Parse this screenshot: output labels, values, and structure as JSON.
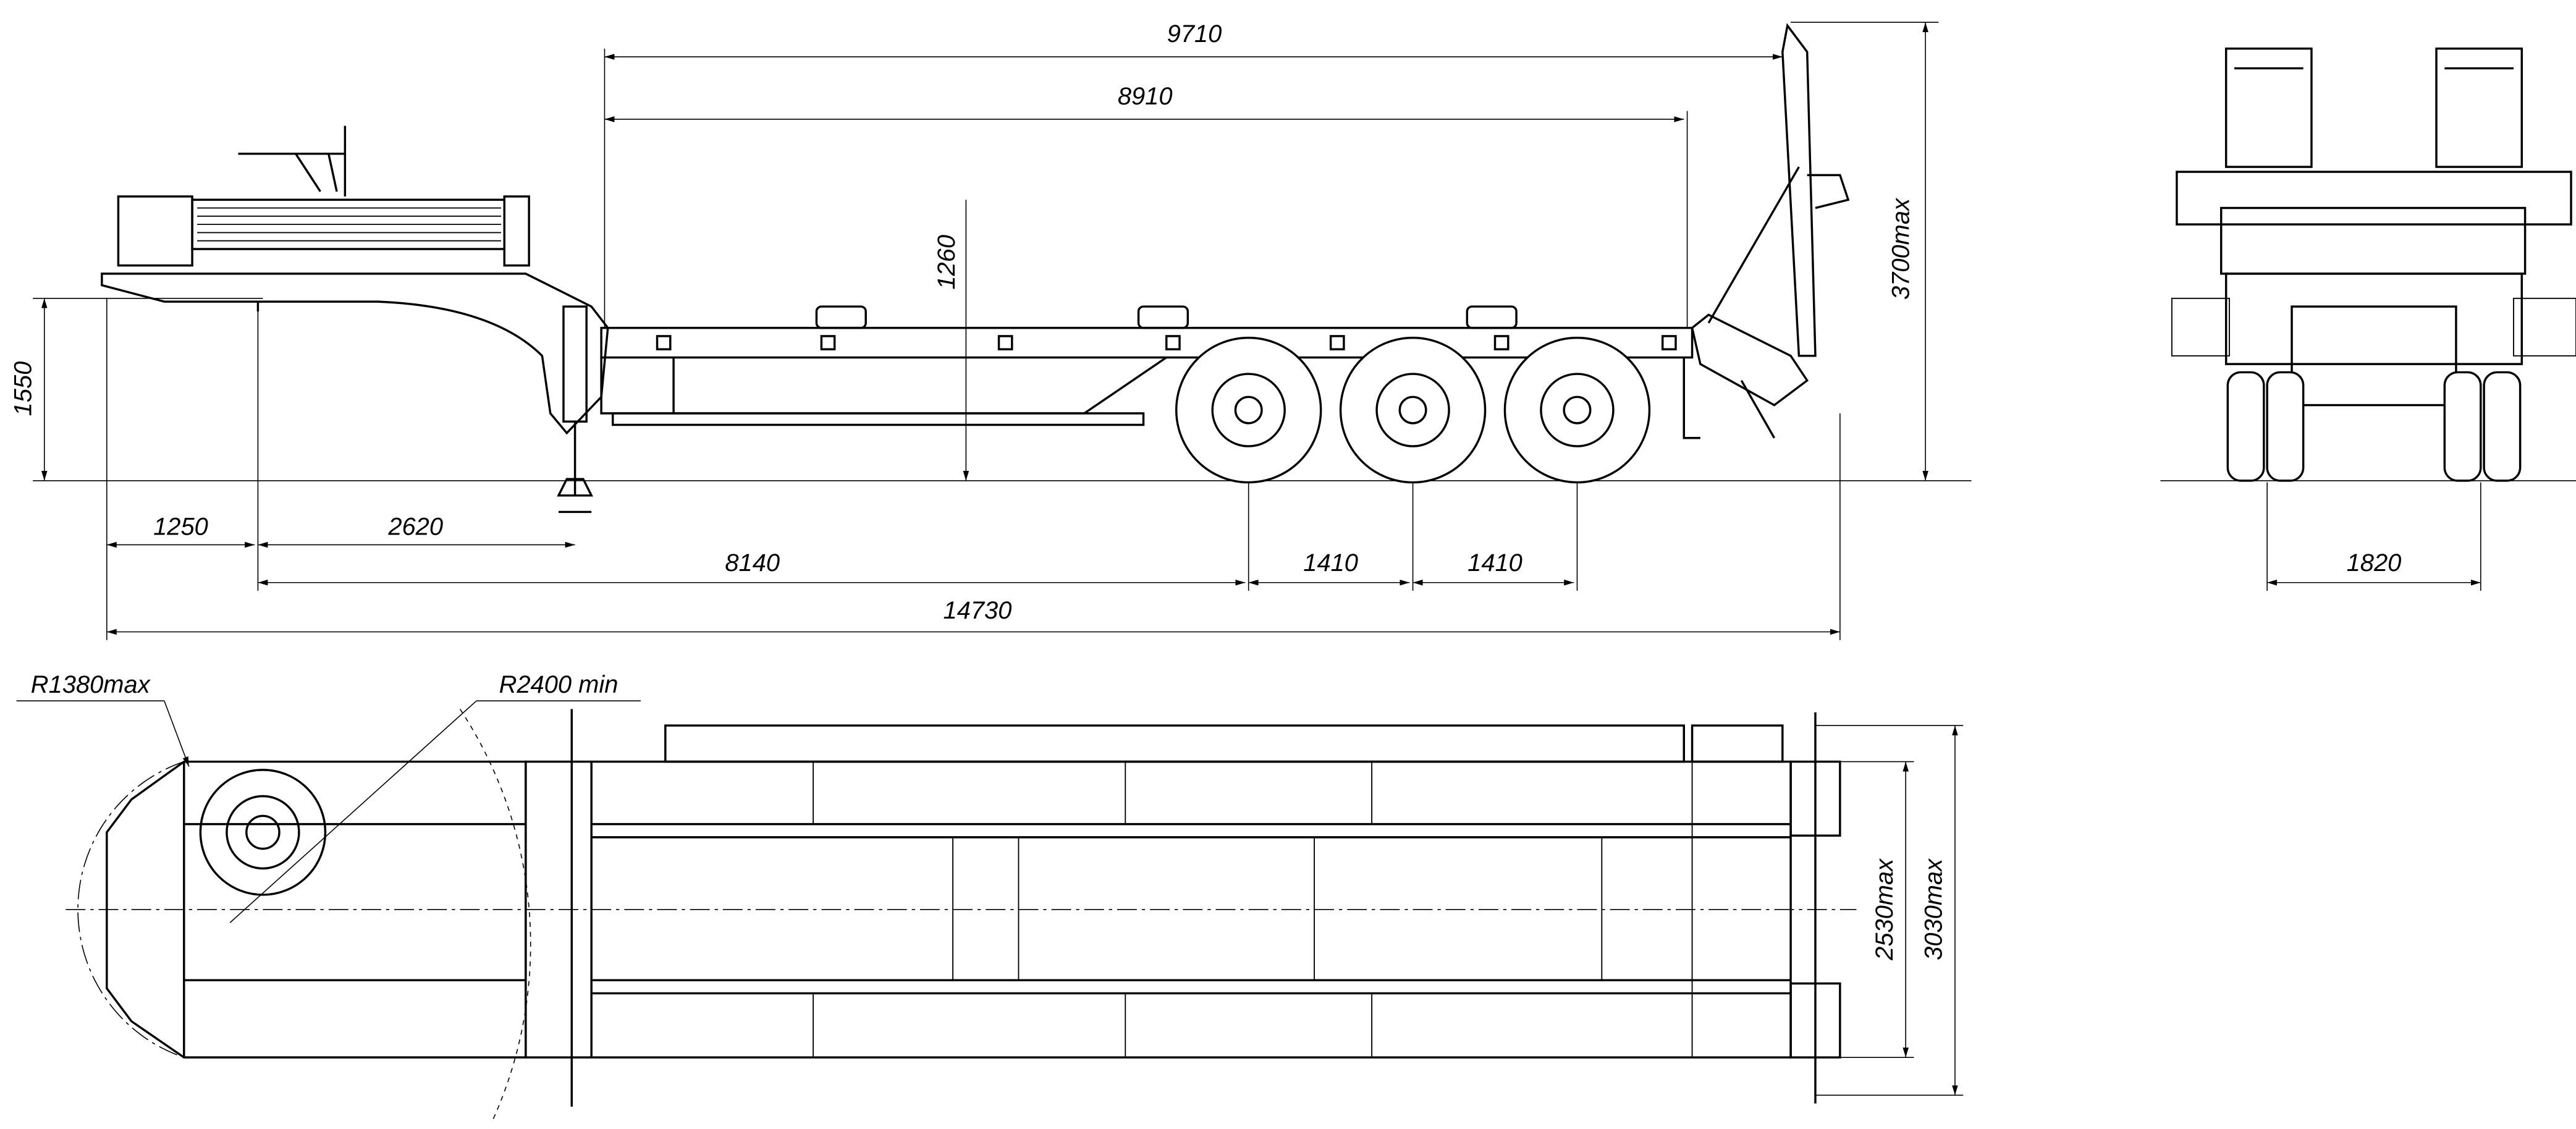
{
  "side_view": {
    "dims": {
      "platform_length_with_ramp": "9710",
      "platform_length": "8910",
      "platform_height": "1260",
      "overall_height": "3700max",
      "coupling_height": "1550",
      "front_overhang": "1250",
      "kingpin_to_support": "2620",
      "kingpin_to_axle": "8140",
      "axle_spacing_1": "1410",
      "axle_spacing_2": "1410",
      "overall_length": "14730"
    }
  },
  "rear_view": {
    "dims": {
      "track": "1820"
    }
  },
  "top_view": {
    "dims": {
      "front_radius": "R1380max",
      "turning_radius": "R2400 min",
      "width": "2530max",
      "width_with_ramps": "3030max"
    }
  }
}
